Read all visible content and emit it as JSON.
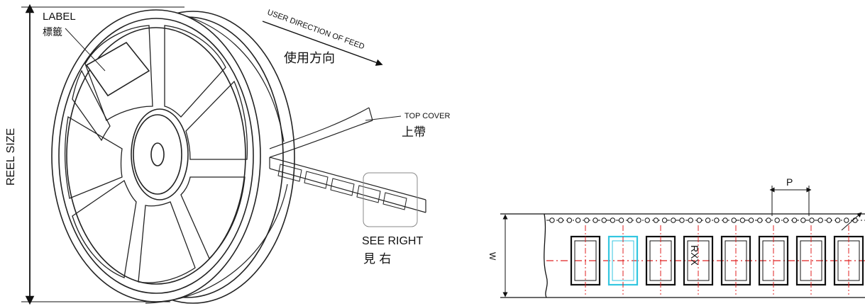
{
  "reel_figure": {
    "label_en": "LABEL",
    "label_cn": "標籤",
    "feed_direction_en": "USER DIRECTION OF FEED",
    "feed_direction_cn": "使用方向",
    "top_cover_en": "TOP COVER",
    "top_cover_cn": "上帶",
    "reel_size": "REEL SIZE",
    "see_right_en": "SEE RIGHT",
    "see_right_cn": "見 右"
  },
  "tape_figure": {
    "pitch_label": "P",
    "width_label": "W",
    "part_marking": "RXX",
    "pocket_count": 8,
    "highlighted_pocket_index": 1,
    "highlight_color": "#33c6e0",
    "centerline_color": "#e02020"
  }
}
